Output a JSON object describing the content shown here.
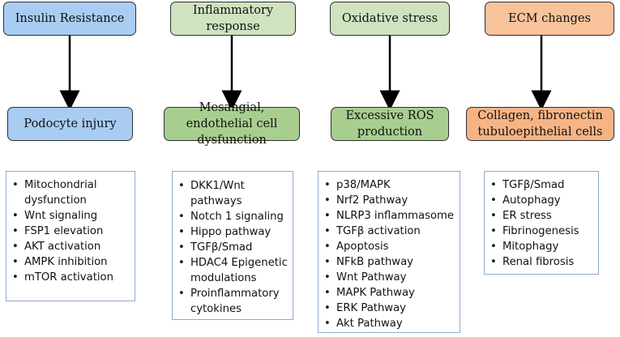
{
  "columns": [
    {
      "header": "Insulin Resistance",
      "effect": "Podocyte injury",
      "items": [
        "Mitochondrial dysfunction",
        "Wnt signaling",
        "FSP1 elevation",
        "AKT activation",
        "AMPK inhibition",
        "mTOR activation"
      ]
    },
    {
      "header": "Inflammatory response",
      "effect": "Mesangial, endothelial cell dysfunction",
      "items": [
        "DKK1/Wnt pathways",
        "Notch 1 signaling",
        "Hippo pathway",
        "TGFβ/Smad",
        "HDAC4 Epigenetic modulations",
        "Proinflammatory cytokines"
      ]
    },
    {
      "header": "Oxidative stress",
      "effect": "Excessive ROS production",
      "items": [
        "p38/MAPK",
        "Nrf2 Pathway",
        "NLRP3 inflammasome",
        "TGFβ activation",
        "Apoptosis",
        "NFkB pathway",
        "Wnt Pathway",
        "MAPK Pathway",
        "ERK Pathway",
        "Akt Pathway"
      ]
    },
    {
      "header": "ECM changes",
      "effect": "Collagen, fibronectin tubuloepithelial cells",
      "items": [
        "TGFβ/Smad",
        "Autophagy",
        "ER stress",
        "Fibrinogenesis",
        "Mitophagy",
        "Renal fibrosis"
      ]
    }
  ],
  "colors": {
    "blue": "#a9ccf3",
    "green": "#a8ce8f",
    "green_light": "#cfe3c0",
    "orange": "#f8c39b",
    "list_border": "#8fa8d0"
  }
}
